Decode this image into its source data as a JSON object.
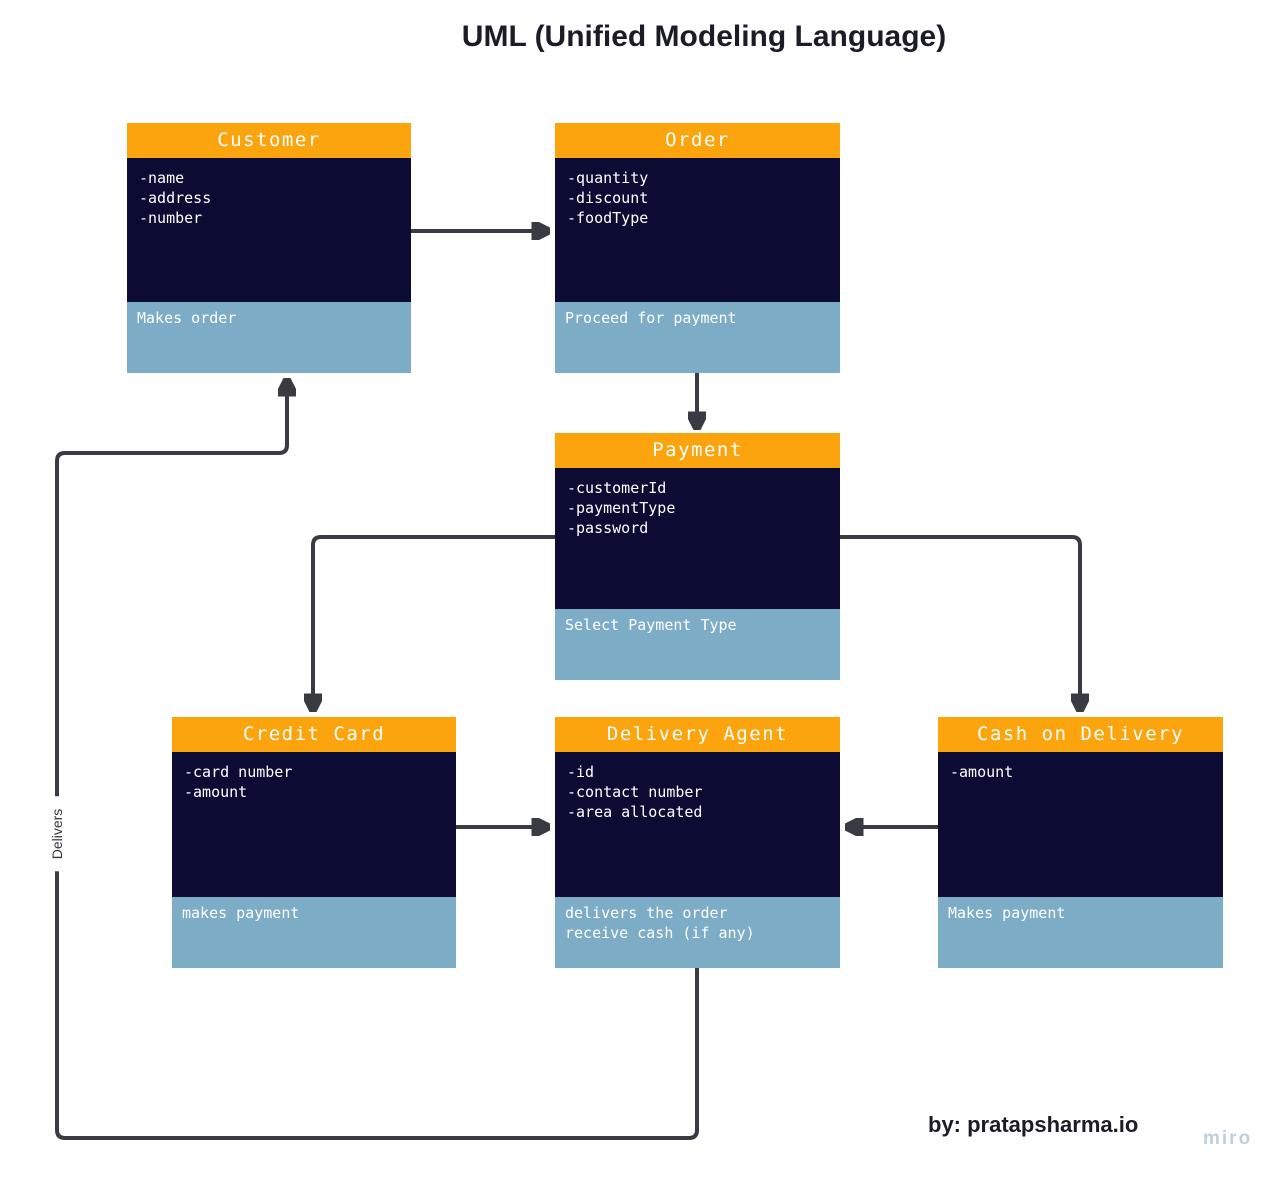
{
  "title": "UML (Unified Modeling Language)",
  "credit": "by: pratapsharma.io",
  "watermark": "miro",
  "colors": {
    "header_orange": "#fca40e",
    "body_navy": "#0b0b33",
    "footer_blue": "#7cacc6",
    "connector_dark": "#3a3a42",
    "title_text": "#1c1c28",
    "watermark_text": "#bdd0db",
    "background": "#ffffff"
  },
  "connector_labels": {
    "delivers": "Delivers"
  },
  "classes": [
    {
      "id": "customer",
      "title": "Customer",
      "attributes": [
        "-name",
        "-address",
        "-number"
      ],
      "actions": [
        "Makes order"
      ]
    },
    {
      "id": "order",
      "title": "Order",
      "attributes": [
        "-quantity",
        "-discount",
        "-foodType"
      ],
      "actions": [
        "Proceed for payment"
      ]
    },
    {
      "id": "payment",
      "title": "Payment",
      "attributes": [
        "-customerId",
        "-paymentType",
        "-password"
      ],
      "actions": [
        "Select Payment Type"
      ]
    },
    {
      "id": "credit_card",
      "title": "Credit Card",
      "attributes": [
        "-card number",
        "-amount"
      ],
      "actions": [
        "makes payment"
      ]
    },
    {
      "id": "delivery_agent",
      "title": "Delivery Agent",
      "attributes": [
        "-id",
        "-contact number",
        "-area allocated"
      ],
      "actions": [
        "delivers the order",
        "receive cash (if any)"
      ]
    },
    {
      "id": "cash_on_delivery",
      "title": "Cash on Delivery",
      "attributes": [
        "-amount"
      ],
      "actions": [
        "Makes payment"
      ]
    }
  ]
}
